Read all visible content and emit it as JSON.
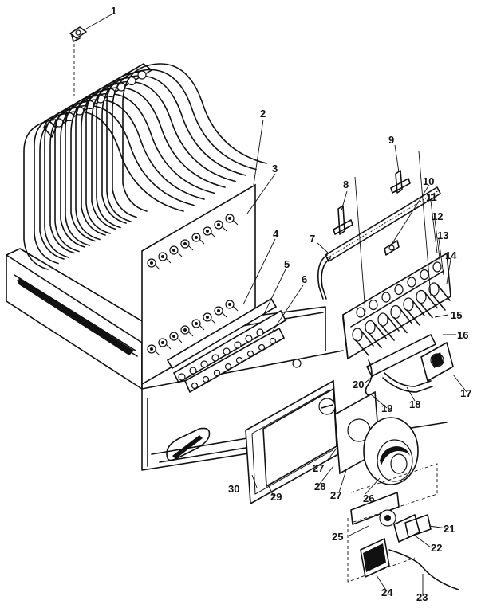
{
  "parts": [
    {
      "label": "1"
    },
    {
      "label": "2"
    },
    {
      "label": "3"
    },
    {
      "label": "4"
    },
    {
      "label": "5"
    },
    {
      "label": "6"
    },
    {
      "label": "7"
    },
    {
      "label": "8"
    },
    {
      "label": "9"
    },
    {
      "label": "10"
    },
    {
      "label": "11"
    },
    {
      "label": "12"
    },
    {
      "label": "13"
    },
    {
      "label": "14"
    },
    {
      "label": "15"
    },
    {
      "label": "16"
    },
    {
      "label": "17"
    },
    {
      "label": "18"
    },
    {
      "label": "19"
    },
    {
      "label": "20"
    },
    {
      "label": "21"
    },
    {
      "label": "22"
    },
    {
      "label": "23"
    },
    {
      "label": "24"
    },
    {
      "label": "25"
    },
    {
      "label": "26"
    },
    {
      "label": "27"
    },
    {
      "label": "27"
    },
    {
      "label": "28"
    },
    {
      "label": "29"
    },
    {
      "label": "30"
    }
  ]
}
